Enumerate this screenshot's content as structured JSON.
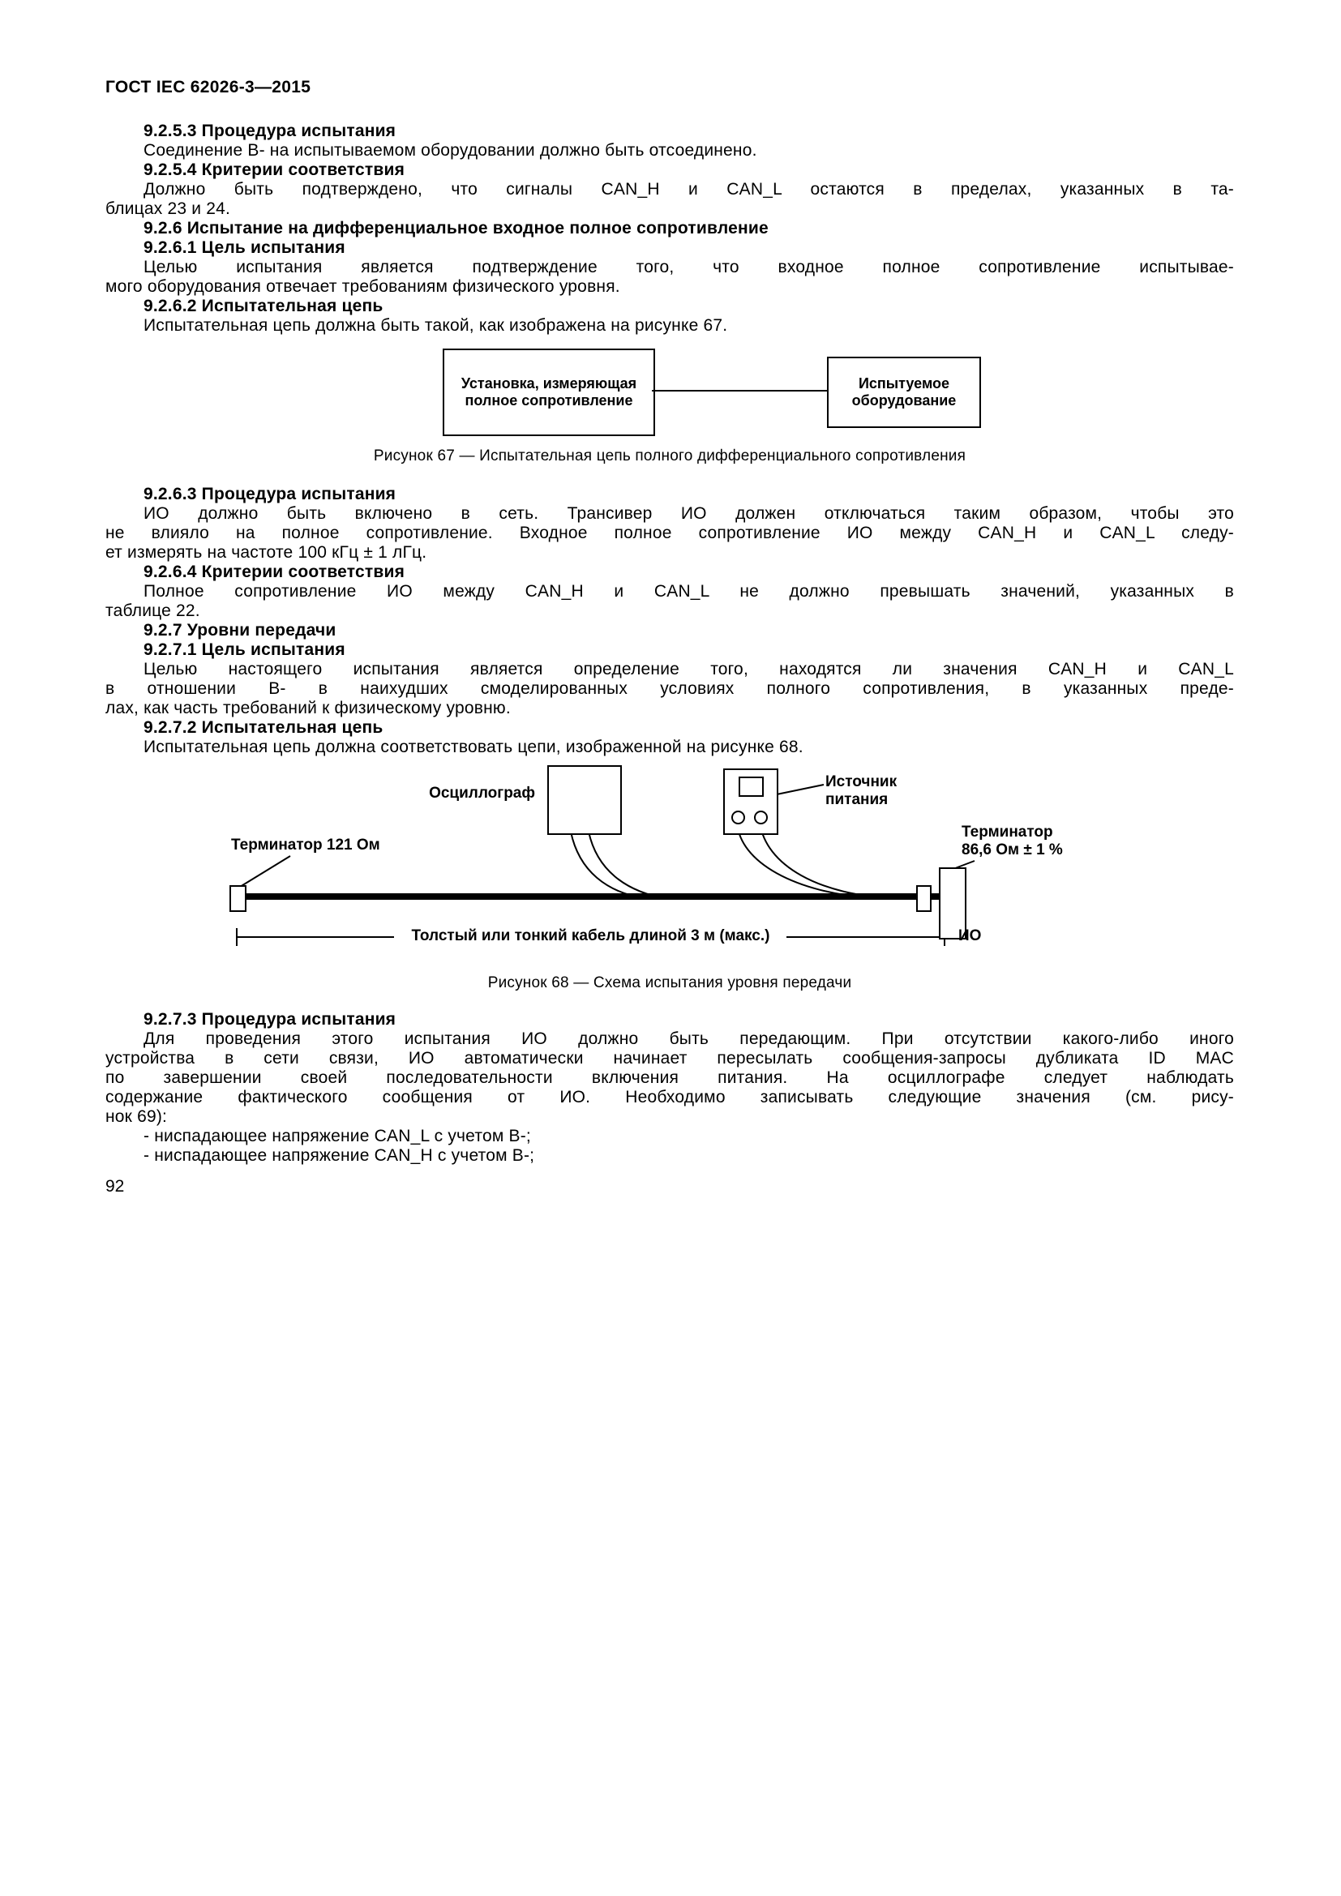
{
  "header": {
    "doc_code": "ГОСТ IEC 62026-3—2015"
  },
  "sections": {
    "before_figure_67": [
      {
        "type": "heading",
        "text": "9.2.5.3 Процедура испытания"
      },
      {
        "type": "para",
        "lines": [
          "Соединение В- на испытываемом оборудовании должно быть отсоединено."
        ]
      },
      {
        "type": "heading",
        "text": "9.2.5.4 Критерии соответствия"
      },
      {
        "type": "para",
        "lines": [
          "Должно быть подтверждено, что сигналы CAN_H и CAN_L остаются в пределах, указанных в та-",
          "блицах 23 и 24."
        ]
      },
      {
        "type": "heading",
        "text": "9.2.6 Испытание на дифференциальное входное полное сопротивление"
      },
      {
        "type": "heading",
        "text": "9.2.6.1 Цель испытания"
      },
      {
        "type": "para",
        "lines": [
          "Целью испытания является подтверждение того, что входное полное сопротивление испытывае-",
          "мого оборудования отвечает требованиям физического уровня."
        ]
      },
      {
        "type": "heading",
        "text": "9.2.6.2 Испытательная цепь"
      },
      {
        "type": "para",
        "lines": [
          "Испытательная цепь должна быть такой, как изображена на рисунке 67."
        ]
      }
    ],
    "between_figures": [
      {
        "type": "heading",
        "text": "9.2.6.3 Процедура испытания"
      },
      {
        "type": "para",
        "lines": [
          "ИО должно быть включено в сеть. Трансивер ИО должен отключаться таким образом, чтобы это",
          "не влияло на полное сопротивление. Входное полное сопротивление ИО между CAN_H и CAN_L следу-",
          "ет измерять на частоте 100 кГц ± 1 лГц."
        ]
      },
      {
        "type": "heading",
        "text": "9.2.6.4 Критерии соответствия"
      },
      {
        "type": "para",
        "lines": [
          "Полное сопротивление ИО между CAN_H и CAN_L не должно превышать значений, указанных в",
          "таблице 22."
        ]
      },
      {
        "type": "heading",
        "text": "9.2.7 Уровни передачи"
      },
      {
        "type": "heading",
        "text": "9.2.7.1 Цель испытания"
      },
      {
        "type": "para",
        "lines": [
          "Целью настоящего испытания является определение того, находятся ли значения CAN_H и CAN_L",
          "в отношении В- в наихудших смоделированных условиях полного сопротивления, в указанных преде-",
          "лах, как часть требований к физическому уровню."
        ]
      },
      {
        "type": "heading",
        "text": "9.2.7.2 Испытательная цепь"
      },
      {
        "type": "para",
        "lines": [
          "Испытательная цепь должна соответствовать цепи, изображенной на рисунке 68."
        ]
      }
    ],
    "after_figure_68": [
      {
        "type": "heading",
        "text": "9.2.7.3 Процедура испытания"
      },
      {
        "type": "para",
        "lines": [
          "Для проведения этого испытания ИО должно быть передающим. При отсутствии какого-либо иного",
          "устройства в сети связи, ИО автоматически начинает пересылать сообщения-запросы дубликата ID MAC",
          "по завершении своей последовательности включения питания. На осциллографе следует наблюдать",
          "содержание фактического сообщения от ИО. Необходимо записывать следующие значения (см. рису-",
          "нок 69):"
        ]
      },
      {
        "type": "para",
        "lines": [
          "- ниспадающее напряжение CAN_L с учетом В-;"
        ]
      },
      {
        "type": "para",
        "lines": [
          "- ниспадающее напряжение CAN_H с учетом В-;"
        ]
      }
    ]
  },
  "figure67": {
    "left_box_line1": "Установка, измеряющая",
    "left_box_line2": "полное сопротивление",
    "right_box_line1": "Испытуемое",
    "right_box_line2": "оборудование",
    "caption": "Рисунок 67 — Испытательная цепь полного дифференциального сопротивления"
  },
  "figure68": {
    "oscilloscope_label": "Осциллограф",
    "power_source_line1": "Источник",
    "power_source_line2": "питания",
    "terminator_left_label": "Терминатор 121 Ом",
    "terminator_right_line1": "Терминатор",
    "terminator_right_line2": "86,6 Ом ± 1 %",
    "cable_label": "Толстый или тонкий кабель длиной 3 м (макс.)",
    "eut_label": "ИО",
    "caption": "Рисунок 68 — Схема испытания уровня передачи"
  },
  "footer": {
    "page_number": "92"
  }
}
